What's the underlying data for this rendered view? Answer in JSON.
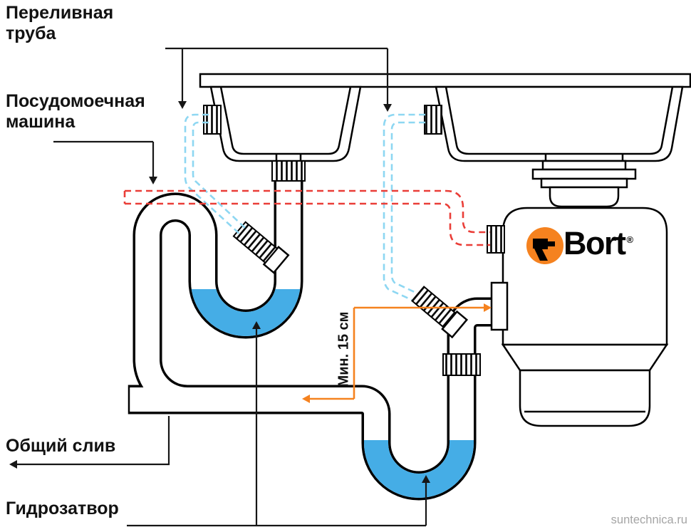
{
  "labels": {
    "overflow_pipe": "Переливная\nтруба",
    "dishwasher": "Посудомоечная\nмашина",
    "common_drain": "Общий слив",
    "water_trap": "Гидрозатвор",
    "min_height": "Мин. 15 см"
  },
  "brand": {
    "name": "Bort",
    "registered": "®"
  },
  "watermark": "suntechnica.ru",
  "colors": {
    "water": "#45ade6",
    "overflow_hose": "#8ed7f2",
    "dishwasher_hose": "#ea3e38",
    "dimension_accent": "#f5821f",
    "outline": "#000000",
    "label_text": "#121212",
    "watermark_text": "#a5a5a5"
  }
}
